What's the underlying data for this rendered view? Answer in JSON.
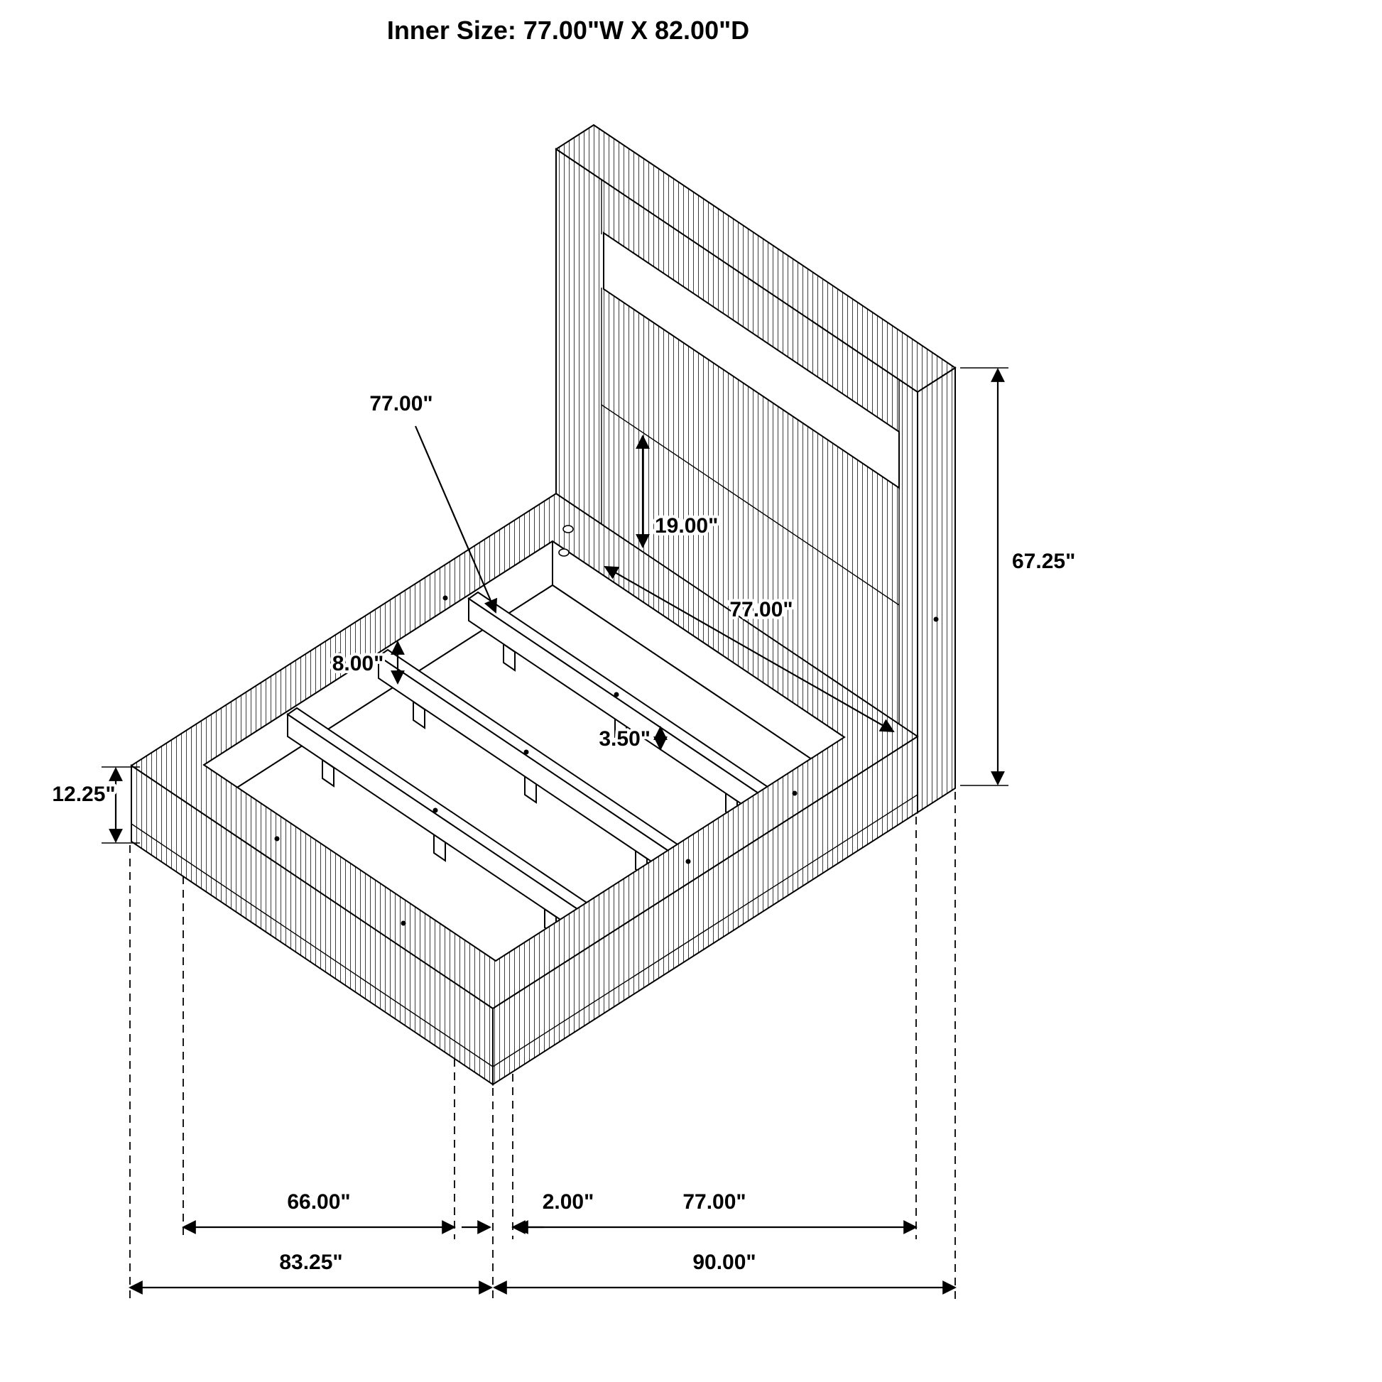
{
  "title": "Inner Size: 77.00\"W X 82.00\"D",
  "colors": {
    "line": "#000000",
    "flute_stripe": "#3f3f3f",
    "background": "#ffffff"
  },
  "labels": {
    "slat_length": "77.00\"",
    "opening_height": "19.00\"",
    "inner_width": "77.00\"",
    "slat_thickness": "3.50\"",
    "rail_depth": "8.00\"",
    "headboard_height": "67.25\"",
    "base_height": "12.25\"",
    "slat_span": "66.00\"",
    "base_width": "83.25\"",
    "lip": "2.00\"",
    "inner_width_bottom": "77.00\"",
    "total_depth": "90.00\""
  }
}
